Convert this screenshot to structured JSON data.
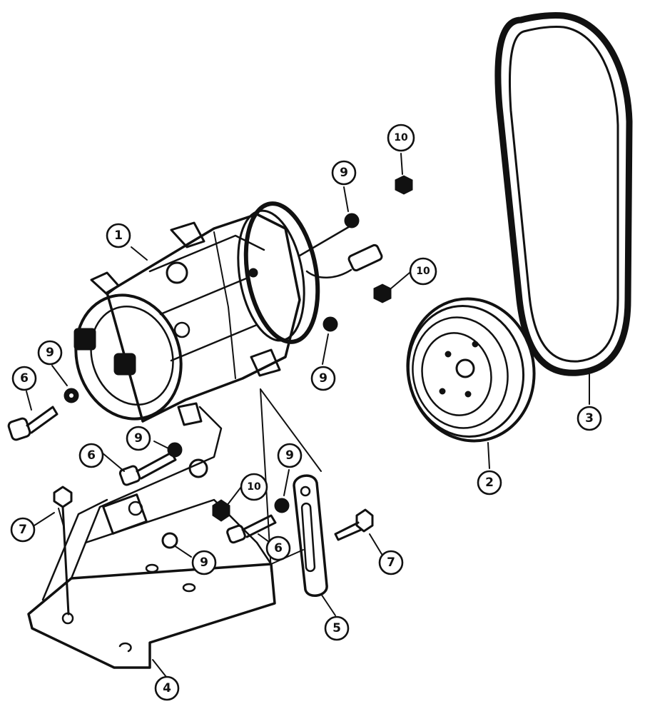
{
  "callouts": {
    "compressor": "1",
    "pulley": "2",
    "belt": "3",
    "mounting_bracket": "4",
    "adjusting_strap": "5",
    "bolt_left": "6",
    "bolt_middle": "6",
    "bolt_lower": "6",
    "bolt_bracket": "7",
    "bolt_strap": "7",
    "washer_left": "9",
    "washer_middle": "9",
    "washer_top": "9",
    "washer_right": "9",
    "washer_lower": "9",
    "washer_strap": "9",
    "nut_top": "10",
    "nut_right": "10",
    "nut_lower": "10"
  },
  "colors": {
    "ink": "#111111",
    "background": "#ffffff"
  }
}
